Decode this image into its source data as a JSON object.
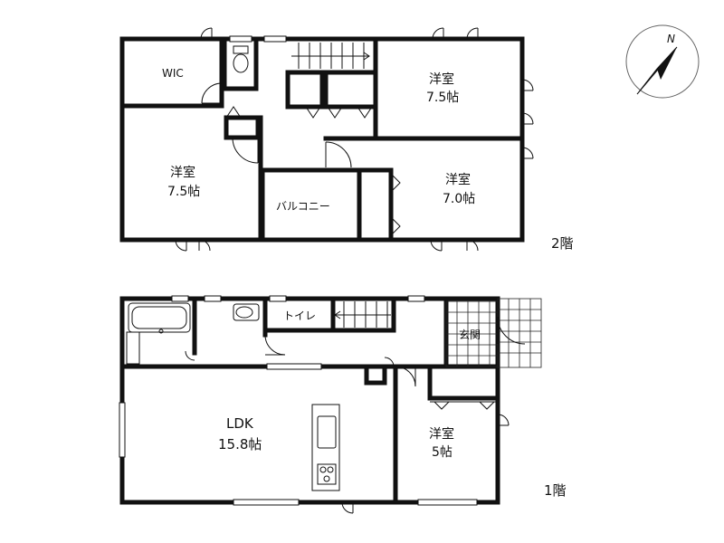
{
  "floor2": {
    "floor_label": "2階",
    "wic": "WIC",
    "room_ne": {
      "name": "洋室",
      "size": "7.5帖"
    },
    "room_w": {
      "name": "洋室",
      "size": "7.5帖"
    },
    "room_e": {
      "name": "洋室",
      "size": "7.0帖"
    },
    "balcony": "バルコニー"
  },
  "floor1": {
    "floor_label": "1階",
    "toilet": "トイレ",
    "entrance": "玄関",
    "ldk": {
      "name": "LDK",
      "size": "15.8帖"
    },
    "room": {
      "name": "洋室",
      "size": "5帖"
    }
  },
  "compass": {
    "north": "N"
  }
}
